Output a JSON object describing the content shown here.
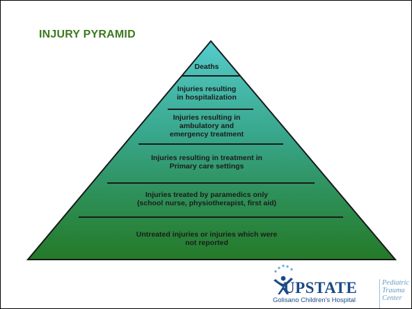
{
  "title": "INJURY PYRAMID",
  "levels": [
    {
      "lines": [
        "Deaths"
      ]
    },
    {
      "lines": [
        "Injuries resulting",
        "in hospitalization"
      ]
    },
    {
      "lines": [
        "Injuries resulting in",
        "ambulatory and",
        "emergency treatment"
      ]
    },
    {
      "lines": [
        "Injuries resulting in treatment in",
        "Primary care settings"
      ]
    },
    {
      "lines": [
        "Injuries treated by paramedics only",
        "(school nurse, physiotherapist, first aid)"
      ]
    },
    {
      "lines": [
        "Untreated injuries or injuries which were",
        "not reported"
      ]
    }
  ],
  "logo": {
    "word": "UPSTATE",
    "subtitle": "Golisano Children's Hospital",
    "tag_lines": [
      "Pediatric",
      "Trauma",
      "Center"
    ]
  },
  "colors": {
    "title": "#3d7a1e",
    "pyramid_top": "#4fc7c9",
    "pyramid_bottom": "#2f9a33",
    "outline": "#1b1b1b",
    "logo_blue": "#1b4a86"
  }
}
